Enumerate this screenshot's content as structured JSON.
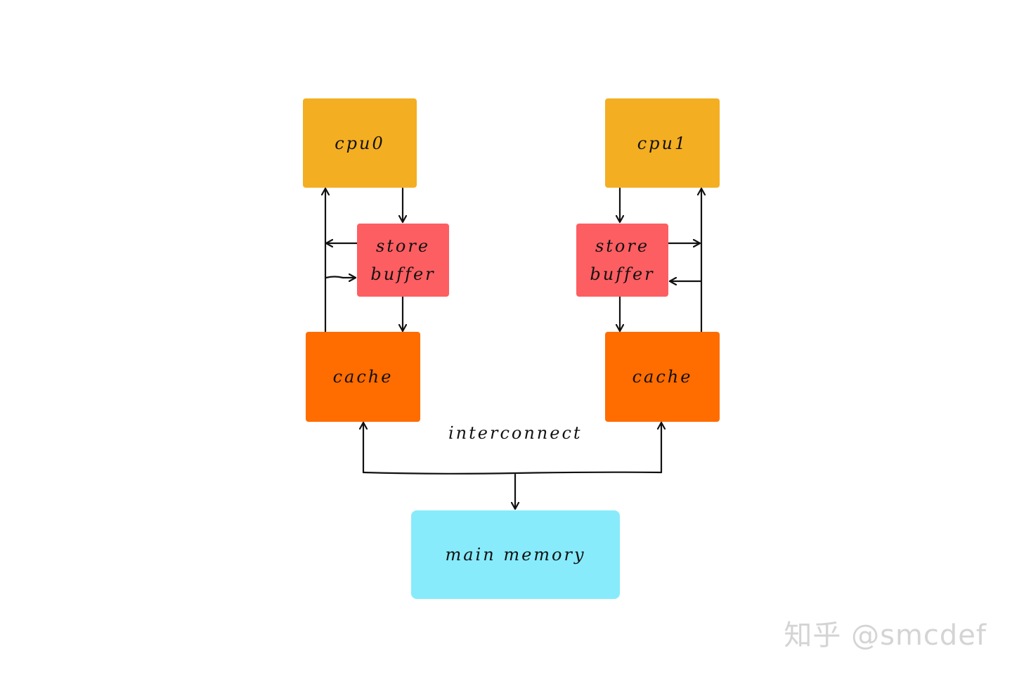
{
  "diagram": {
    "cpu0": "cpu0",
    "cpu1": "cpu1",
    "store_buffer_left": {
      "line1": "store",
      "line2": "buffer"
    },
    "store_buffer_right": {
      "line1": "store",
      "line2": "buffer"
    },
    "cache_left": "cache",
    "cache_right": "cache",
    "interconnect": "interconnect",
    "main_memory": "main memory",
    "watermark": "知乎 @smcdef"
  },
  "colors": {
    "cpu": "#f4ae22",
    "store_buffer": "#fd5e62",
    "cache": "#ff6c00",
    "main_memory": "#87ebfb",
    "wire": "#111111",
    "watermark": "#d4d4d4"
  }
}
